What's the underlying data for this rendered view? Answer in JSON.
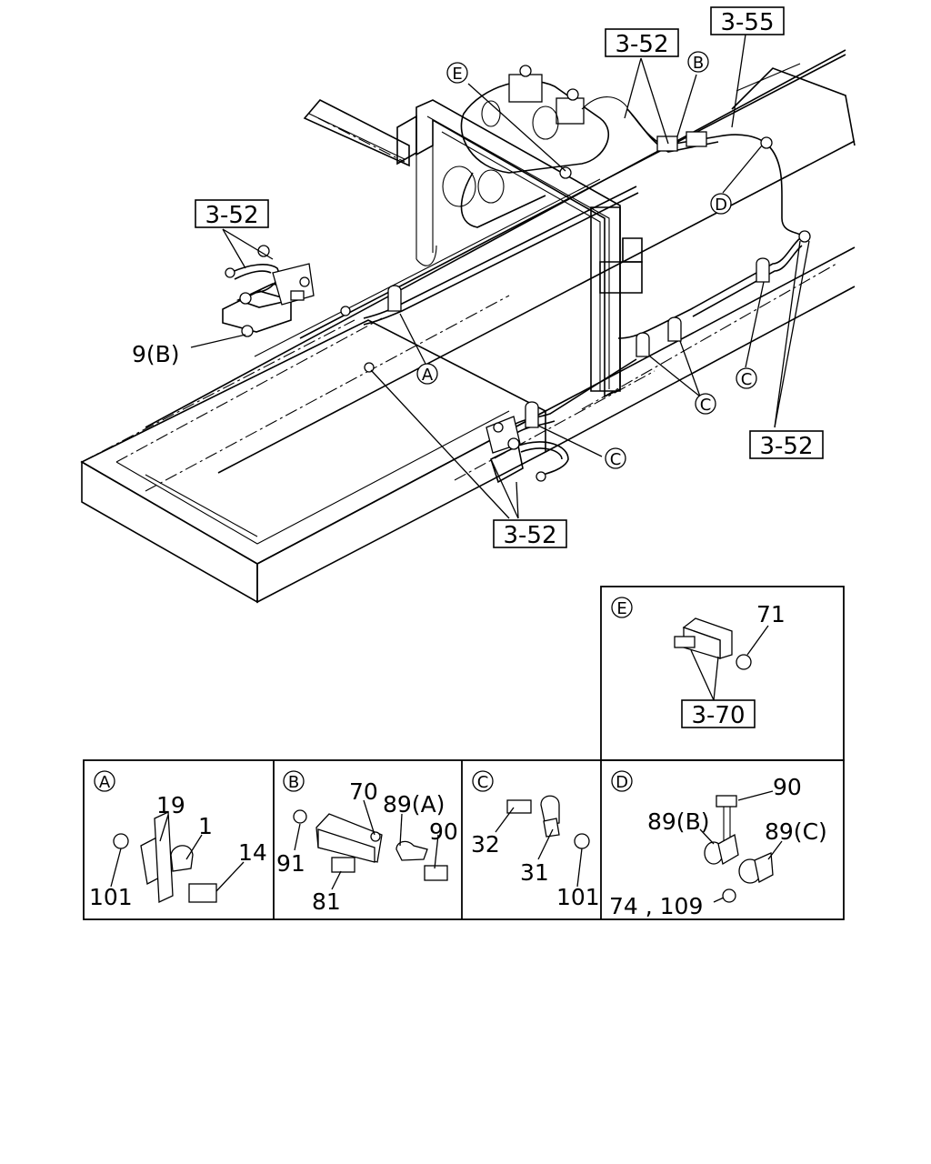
{
  "main_view": {
    "ref_labels": [
      "3-55",
      "3-52",
      "3-52",
      "3-52",
      "3-52"
    ],
    "part_label": "9(B)",
    "callouts": [
      "E",
      "B",
      "D",
      "A",
      "C",
      "C",
      "C"
    ]
  },
  "panels": {
    "E": {
      "letter": "E",
      "numbers": [
        "71"
      ],
      "ref_label": "3-70"
    },
    "A": {
      "letter": "A",
      "numbers": [
        "19",
        "1",
        "14",
        "101"
      ]
    },
    "B": {
      "letter": "B",
      "numbers": [
        "70",
        "89(A)",
        "90",
        "91",
        "81"
      ]
    },
    "C": {
      "letter": "C",
      "numbers": [
        "32",
        "31",
        "101"
      ]
    },
    "D": {
      "letter": "D",
      "numbers": [
        "90",
        "89(B)",
        "89(C)",
        "74 , 109"
      ]
    }
  }
}
